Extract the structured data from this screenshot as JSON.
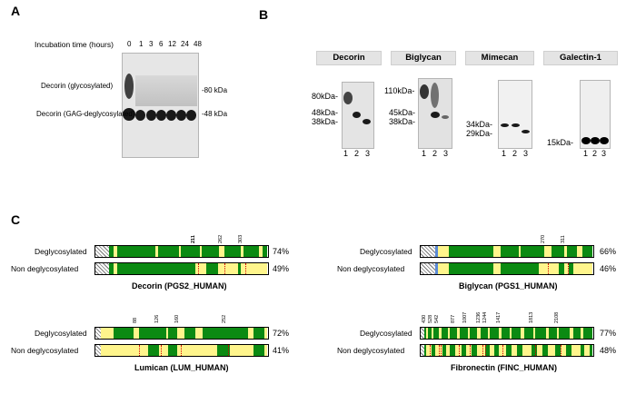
{
  "panelA": {
    "letter": "A",
    "incubation_label": "Incubation time (hours)",
    "times": [
      "0",
      "1",
      "3",
      "6",
      "12",
      "24",
      "48"
    ],
    "glyco_label": "Decorin (glycosylated)",
    "degly_label": "Decorin (GAG-deglycosylated)",
    "marker_80": "-80 kDa",
    "marker_48": "-48 kDa"
  },
  "panelB": {
    "letter": "B",
    "lane_labels": [
      "1",
      "2",
      "3"
    ],
    "blots": [
      {
        "name": "Decorin",
        "markers": [
          "80kDa-",
          "48kDa-",
          "38kDa-"
        ]
      },
      {
        "name": "Biglycan",
        "markers": [
          "110kDa-",
          "45kDa-",
          "38kDa-"
        ]
      },
      {
        "name": "Mimecan",
        "markers": [
          "34kDa-",
          "29kDa-"
        ]
      },
      {
        "name": "Galectin-1",
        "markers": [
          "15kDa-"
        ]
      }
    ]
  },
  "panelC": {
    "letter": "C",
    "row_labels": [
      "Deglycosylated",
      "Non deglycosylated"
    ],
    "proteins": [
      {
        "name": "Decorin (PGS2_HUMAN)",
        "positions": [
          "211",
          "262",
          "303"
        ],
        "pcts": [
          "74%",
          "49%"
        ]
      },
      {
        "name": "Biglycan (PGS1_HUMAN)",
        "positions": [
          "270",
          "311"
        ],
        "pcts": [
          "66%",
          "46%"
        ]
      },
      {
        "name": "Lumican (LUM_HUMAN)",
        "positions": [
          "88",
          "126",
          "160",
          "252"
        ],
        "pcts": [
          "72%",
          "41%"
        ]
      },
      {
        "name": "Fibronectin (FINC_HUMAN)",
        "positions": [
          "430",
          "528",
          "542",
          "877",
          "1007",
          "1236",
          "1244",
          "1417",
          "1813",
          "2108"
        ],
        "pcts": [
          "77%",
          "48%"
        ]
      }
    ]
  },
  "colors": {
    "covered": "#0b8a12",
    "uncovered": "#fff58c",
    "site": "#d40000"
  }
}
